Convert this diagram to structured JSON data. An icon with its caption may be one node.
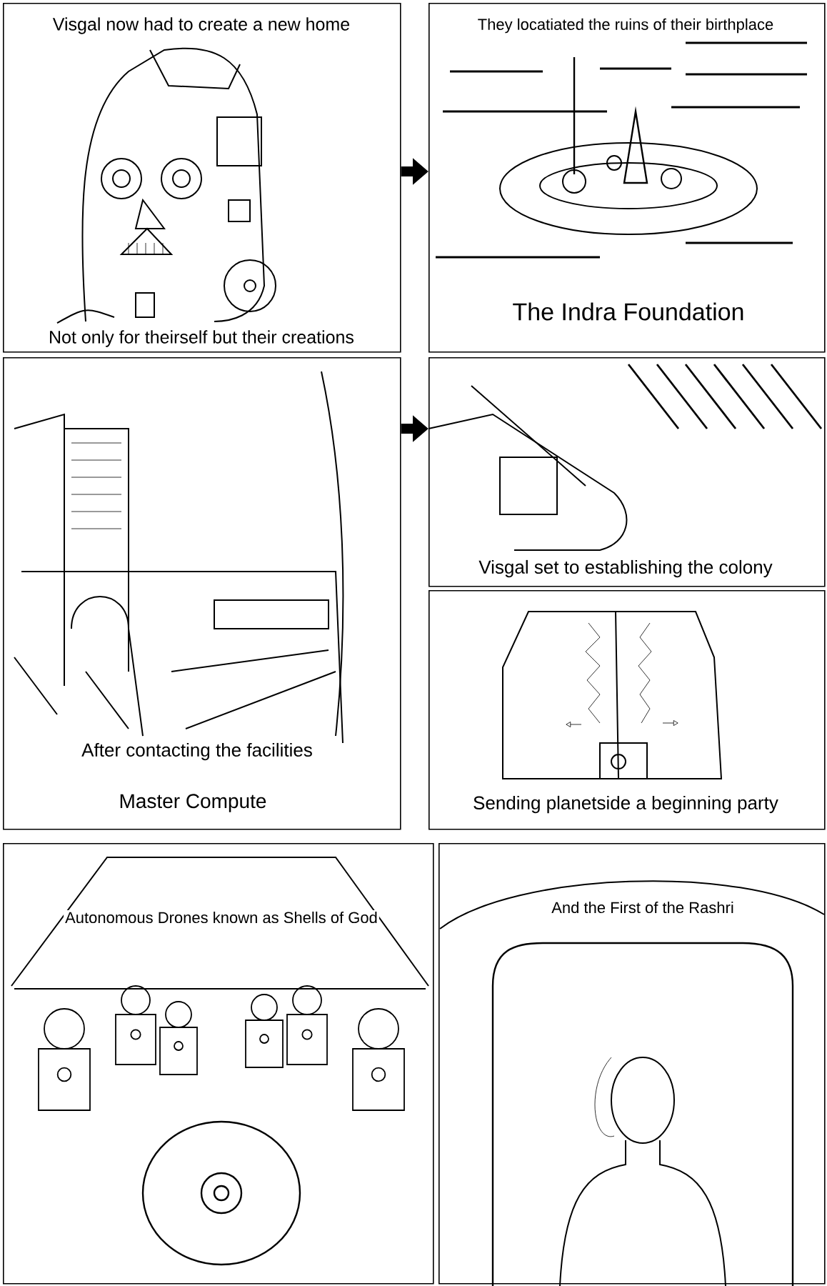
{
  "diagram": {
    "nodes": [
      {
        "text": [
          "Visgal now had to create a new home",
          "Not only for theirself but their creations"
        ]
      },
      {
        "text": [
          "They locatiated the ruins of their birthplace",
          "The Indra Foundation"
        ]
      },
      {
        "text": [
          "After contacting the facilities",
          "Master Compute"
        ]
      },
      {
        "text": [
          "Visgal set to establishing the colony"
        ]
      },
      {
        "text": [
          "Sending planetside a beginning party"
        ]
      },
      {
        "text": [
          "Autonomous Drones known as Shells of God"
        ]
      },
      {
        "text": [
          "And the First of the Rashri"
        ]
      }
    ],
    "edges": [
      {
        "from": 0,
        "to": 1,
        "arrow": "to"
      },
      {
        "from": 2,
        "to": 3,
        "arrow": "to"
      }
    ]
  }
}
